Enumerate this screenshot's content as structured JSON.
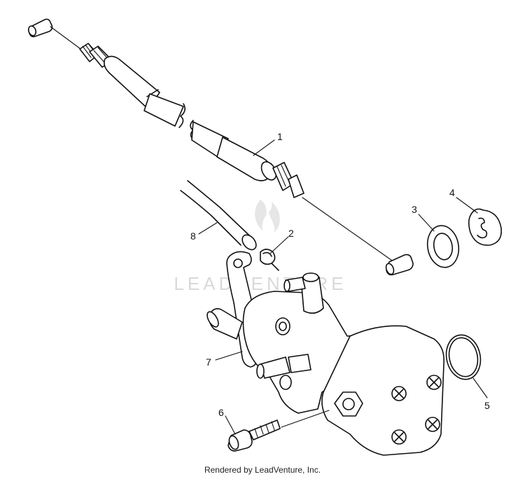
{
  "diagram": {
    "watermark": "LEADVENTURE",
    "parts": [
      {
        "number": "1"
      },
      {
        "number": "2"
      },
      {
        "number": "3"
      },
      {
        "number": "4"
      },
      {
        "number": "5"
      },
      {
        "number": "6"
      },
      {
        "number": "7"
      },
      {
        "number": "8"
      }
    ]
  },
  "footer": {
    "credit": "Rendered by LeadVenture, Inc."
  }
}
